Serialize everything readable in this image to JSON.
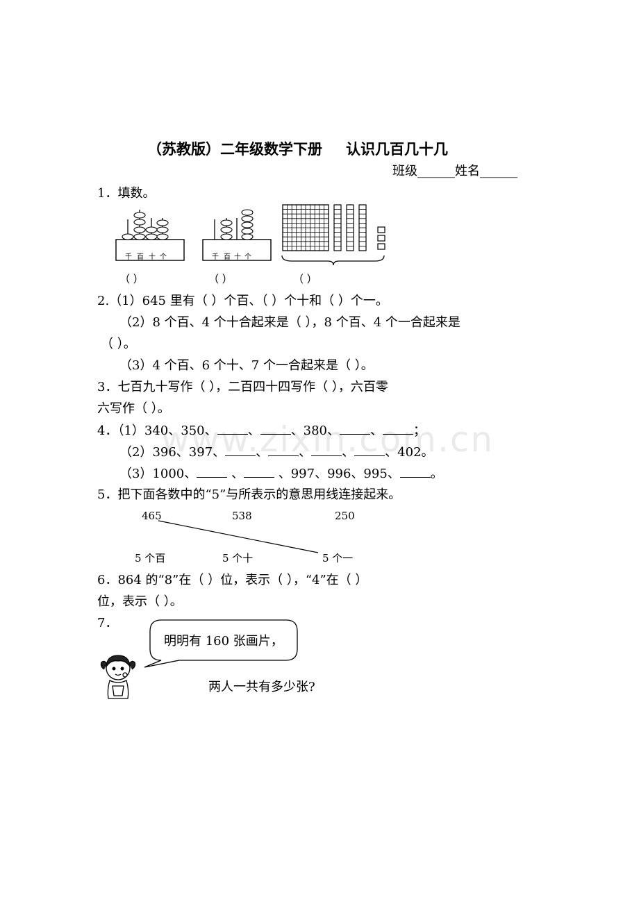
{
  "title_left": "（苏教版）二年级数学下册",
  "title_right": "认识几百几十几",
  "class_label": "班级______姓名______",
  "watermark": "www.zixin.com.cn",
  "q1": {
    "label": "1．填数。",
    "abacus_labels": [
      "千",
      "百",
      "十",
      "个"
    ],
    "answer_blanks": [
      "（          ）",
      "（          ）",
      "（            ）"
    ]
  },
  "q2": {
    "line1": "2.（1）645 里有（      ）个百、（      ）个十和（       ）个一。",
    "line2": "（2）8 个百、4 个十合起来是（          ），8 个百、4 个一合起来是",
    "line3": "（          ）。",
    "line4": "（3）4 个百、6 个十、7 个一合起来是（          ）。"
  },
  "q3": {
    "line1": "3．七百九十写作（              ），二百四十四写作（            ），六百零",
    "line2": "六写作（             ）。"
  },
  "q4": {
    "prefix": "4．",
    "r1": {
      "a": "（1）340、350、",
      "b": "、",
      "c": "、380、",
      "d": "、",
      "e": "；"
    },
    "r2": {
      "a": "（2）396、397、",
      "sep": "、",
      "end": "、402。"
    },
    "r3": {
      "a": "（3）1000、",
      "b": " 、",
      "c": " 、997、996、995、",
      "end": "。"
    }
  },
  "q5": {
    "label": "5．把下面各数中的“5”与所表示的意思用线连接起来。",
    "numbers": [
      "465",
      "538",
      "250"
    ],
    "meanings": [
      "5 个百",
      "5 个十",
      "5 个一"
    ]
  },
  "q6": {
    "line1": "6．864 的“8”在（        ）位，表示（              ），“4”在（          ）",
    "line2": "位，表示（              ）。"
  },
  "q7": {
    "label": "7．",
    "bubble": "明明有 160 张画片，",
    "question": "两人一共有多少张?"
  }
}
